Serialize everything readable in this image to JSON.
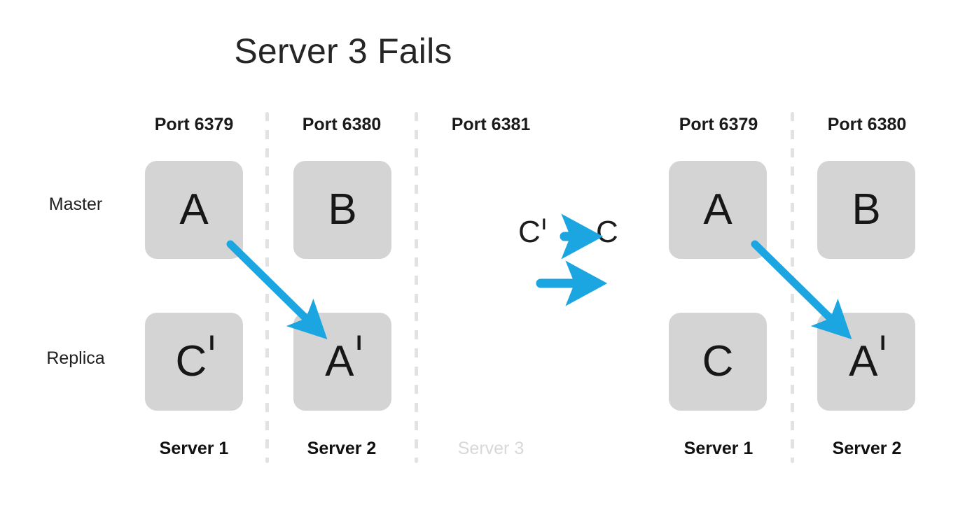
{
  "title": "Server 3 Fails",
  "colors": {
    "arrow_blue": "#1BA6E2",
    "node_fill": "#d4d4d4",
    "text": "#171717",
    "faded_text": "#d8d8d8",
    "divider": "#e2e2e2",
    "background": "#ffffff"
  },
  "row_labels": {
    "master": "Master",
    "replica": "Replica"
  },
  "before": {
    "columns": [
      {
        "port": "Port 6379",
        "server": "Server 1",
        "failed": false,
        "master": {
          "letter": "A",
          "prime": ""
        },
        "replica": {
          "letter": "C",
          "prime": "I"
        }
      },
      {
        "port": "Port 6380",
        "server": "Server 2",
        "failed": false,
        "master": {
          "letter": "B",
          "prime": ""
        },
        "replica": {
          "letter": "A",
          "prime": "I"
        }
      },
      {
        "port": "Port 6381",
        "server": "Server 3",
        "failed": true,
        "master": null,
        "replica": null
      }
    ]
  },
  "transition": {
    "promotion_from": "C",
    "promotion_from_prime": "I",
    "promotion_arrow": "arrow-right-icon",
    "promotion_to": "C",
    "state_arrow": "arrow-right-icon"
  },
  "after": {
    "columns": [
      {
        "port": "Port 6379",
        "server": "Server 1",
        "failed": false,
        "master": {
          "letter": "A",
          "prime": ""
        },
        "replica": {
          "letter": "C",
          "prime": ""
        }
      },
      {
        "port": "Port 6380",
        "server": "Server 2",
        "failed": false,
        "master": {
          "letter": "B",
          "prime": ""
        },
        "replica": {
          "letter": "A",
          "prime": "I"
        }
      }
    ]
  },
  "replication_arrows": [
    {
      "id": "before-a-to-aprime",
      "from": "A (Server 1 master)",
      "to": "A' (Server 2 replica)"
    },
    {
      "id": "after-a-to-aprime",
      "from": "A (Server 1 master)",
      "to": "A' (Server 2 replica)"
    }
  ]
}
